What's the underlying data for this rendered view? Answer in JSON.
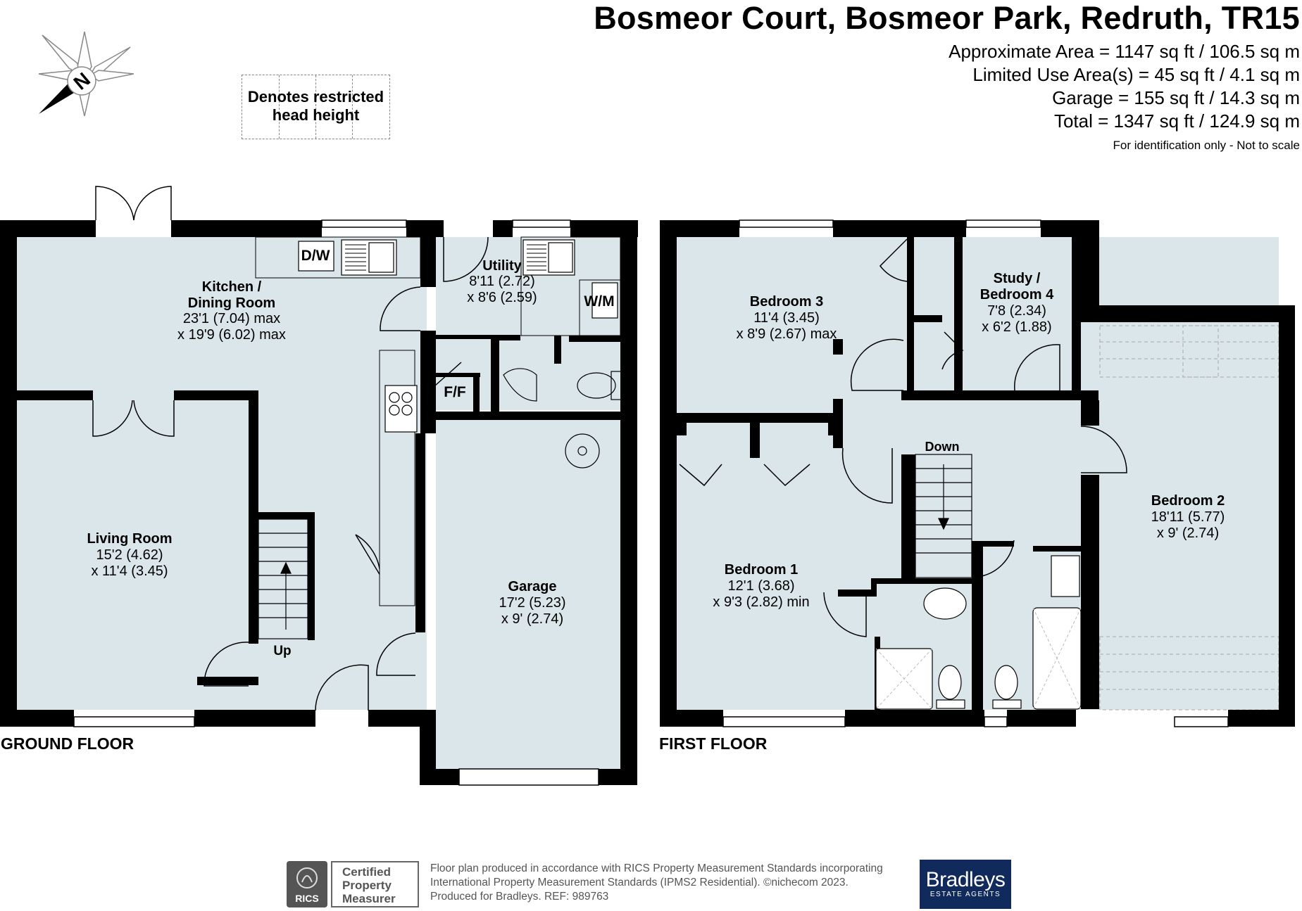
{
  "header": {
    "address": "Bosmeor Court, Bosmeor Park, Redruth, TR15",
    "areas": [
      "Approximate Area = 1147 sq ft / 106.5 sq m",
      "Limited Use Area(s) = 45 sq ft / 4.1 sq m",
      "Garage = 155 sq ft / 14.3 sq m",
      "Total = 1347 sq ft / 124.9 sq m"
    ],
    "disclaimer": "For identification only - Not to scale"
  },
  "compass": {
    "label": "N"
  },
  "legend": {
    "line1": "Denotes restricted",
    "line2": "head height"
  },
  "ground_floor": {
    "label": "GROUND FLOOR",
    "rooms": {
      "kitchen": {
        "name1": "Kitchen /",
        "name2": "Dining Room",
        "dim1": "23'1 (7.04) max",
        "dim2": "x 19'9 (6.02) max"
      },
      "utility": {
        "name": "Utility",
        "dim1": "8'11 (2.72)",
        "dim2": "x 8'6 (2.59)"
      },
      "living": {
        "name": "Living Room",
        "dim1": "15'2 (4.62)",
        "dim2": "x 11'4 (3.45)"
      },
      "garage": {
        "name": "Garage",
        "dim1": "17'2 (5.23)",
        "dim2": "x 9' (2.74)"
      }
    },
    "fixtures": {
      "dw": "D/W",
      "wm": "W/M",
      "ff": "F/F",
      "up": "Up"
    }
  },
  "first_floor": {
    "label": "FIRST FLOOR",
    "rooms": {
      "bed3": {
        "name": "Bedroom 3",
        "dim1": "11'4 (3.45)",
        "dim2": "x 8'9 (2.67) max"
      },
      "study": {
        "name1": "Study /",
        "name2": "Bedroom 4",
        "dim1": "7'8 (2.34)",
        "dim2": "x 6'2 (1.88)"
      },
      "bed2": {
        "name": "Bedroom 2",
        "dim1": "18'11 (5.77)",
        "dim2": "x 9' (2.74)"
      },
      "bed1": {
        "name": "Bedroom 1",
        "dim1": "12'1 (3.68)",
        "dim2": "x 9'3 (2.82) min"
      }
    },
    "fixtures": {
      "down": "Down"
    }
  },
  "footer": {
    "rics_abbr": "RICS",
    "cert_line1": "Certified",
    "cert_line2": "Property",
    "cert_line3": "Measurer",
    "text_line1": "Floor plan produced in accordance with RICS Property Measurement Standards incorporating",
    "text_line2": "International Property Measurement Standards (IPMS2 Residential).  ©nichecom 2023.",
    "text_line3": "Produced for Bradleys.   REF:  989763",
    "brand_name": "Bradleys",
    "brand_sub": "ESTATE AGENTS"
  },
  "colors": {
    "room_fill": "#dbe6ea",
    "wall": "#000000",
    "brand": "#102a5c"
  }
}
